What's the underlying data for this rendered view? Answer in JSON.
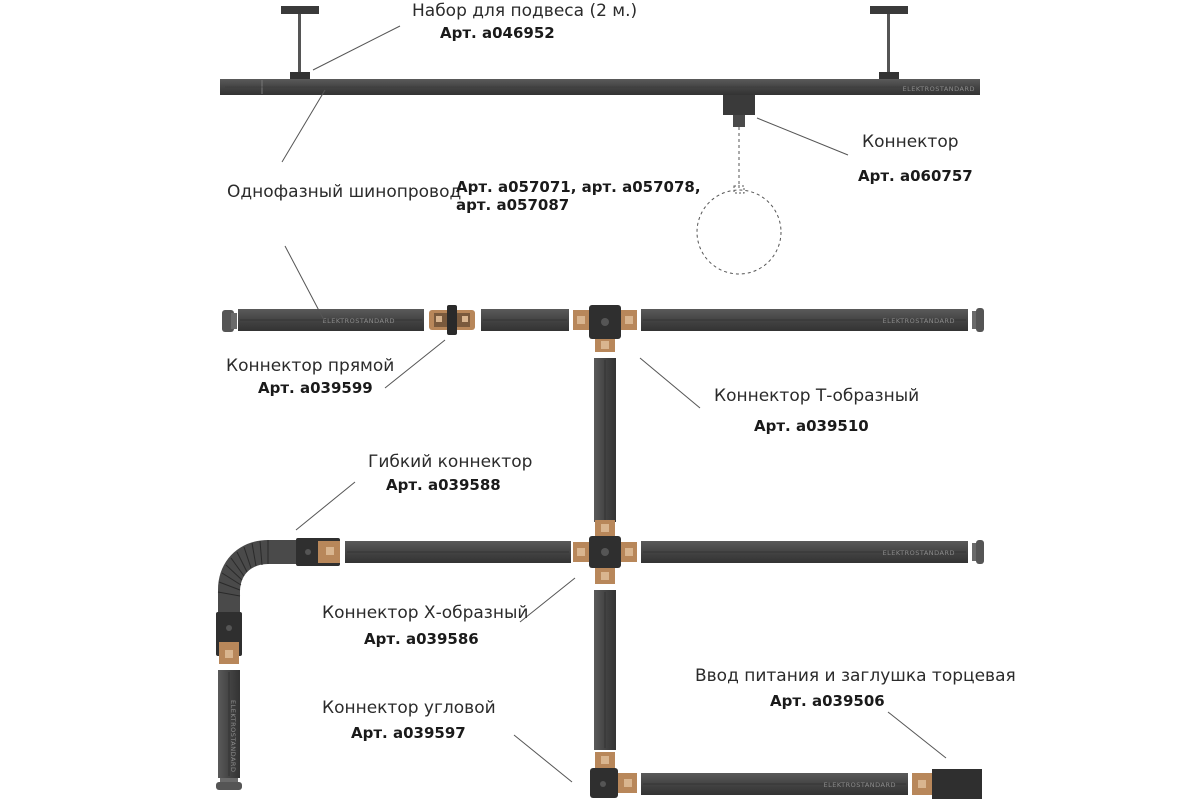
{
  "brand_mark": "ELEKTROSTANDARD",
  "labels": {
    "suspension": {
      "name": "Набор для подвеса (2 м.)",
      "art": "Арт. а046952"
    },
    "busbar": {
      "name": "Однофазный шинопровод",
      "art_line1": "Арт. а057071, арт. а057078,",
      "art_line2": "арт. а057087"
    },
    "connector": {
      "name": "Коннектор",
      "art": "Арт. а060757"
    },
    "straight": {
      "name": "Коннектор прямой",
      "art": "Арт. а039599"
    },
    "t_shape": {
      "name": "Коннектор Т-образный",
      "art": "Арт. а039510"
    },
    "flexible": {
      "name": "Гибкий коннектор",
      "art": "Арт. а039588"
    },
    "x_shape": {
      "name": "Коннектор Х-образный",
      "art": "Арт. а039586"
    },
    "power": {
      "name": "Ввод питания и заглушка торцевая",
      "art": "Арт. а039506"
    },
    "angle": {
      "name": "Коннектор угловой",
      "art": "Арт. а039597"
    }
  },
  "colors": {
    "track": "#4a4a4a",
    "track_dark": "#2e2e2e",
    "copper": "#b8875a",
    "leader": "#555555"
  }
}
